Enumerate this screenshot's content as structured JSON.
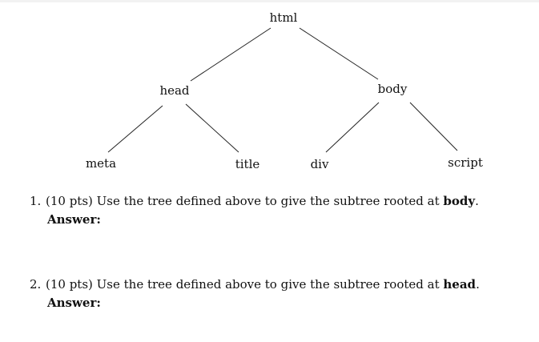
{
  "tree": {
    "root": "html",
    "head": "head",
    "body": "body",
    "meta": "meta",
    "title": "title",
    "div": "div",
    "script": "script"
  },
  "questions": [
    {
      "number": "1.",
      "text": "(10 pts) Use the tree defined above to give the subtree rooted at ",
      "target": "body",
      "suffix": ".",
      "answer_label": "Answer:"
    },
    {
      "number": "2.",
      "text": "(10 pts) Use the tree defined above to give the subtree rooted at ",
      "target": "head",
      "suffix": ".",
      "answer_label": "Answer:"
    }
  ]
}
